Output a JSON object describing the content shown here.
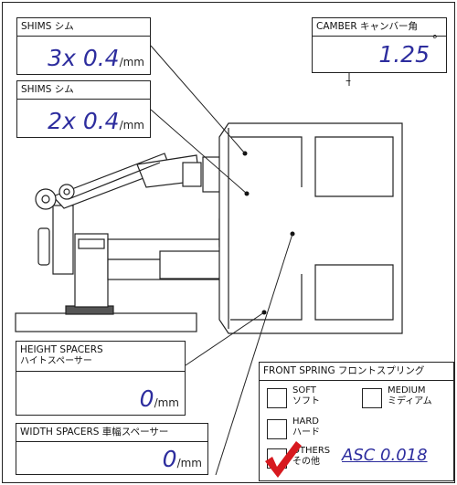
{
  "shims_top": {
    "label": "SHIMS シム",
    "value": "3x 0.4",
    "unit": "/mm"
  },
  "shims_bottom": {
    "label": "SHIMS シム",
    "value": "2x 0.4",
    "unit": "/mm"
  },
  "camber": {
    "label": "CAMBER キャンバー角",
    "value": "1.25",
    "unit": "°"
  },
  "marker_label": "–",
  "height_spacers": {
    "label_en": "HEIGHT SPACERS",
    "label_jp": "ハイトスペーサー",
    "value": "0",
    "unit": "/mm"
  },
  "width_spacers": {
    "label": "WIDTH SPACERS 車幅スペーサー",
    "value": "0",
    "unit": "/mm"
  },
  "front_spring": {
    "label": "FRONT SPRING フロントスプリング",
    "options": [
      {
        "en": "SOFT",
        "jp": "ソフト",
        "checked": false
      },
      {
        "en": "MEDIUM",
        "jp": "ミディアム",
        "checked": false
      },
      {
        "en": "HARD",
        "jp": "ハード",
        "checked": false
      },
      {
        "en": "OTHERS",
        "jp": "その他",
        "checked": true
      }
    ],
    "others_value": "ASC 0.018",
    "check_color": "#d7191f"
  },
  "accent_color": "#2d2d9e"
}
